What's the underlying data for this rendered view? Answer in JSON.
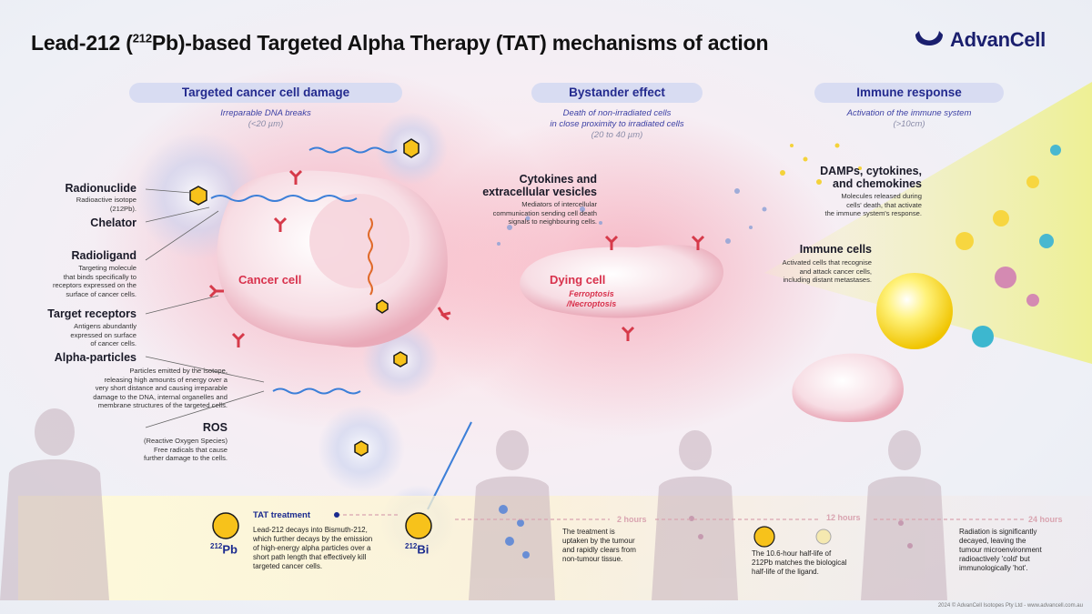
{
  "title_prefix": "Lead-212 (",
  "title_sup": "212",
  "title_suffix": "Pb)-based Targeted Alpha Therapy (TAT) mechanisms of action",
  "brand": "AdvanCell",
  "sections": [
    {
      "title": "Targeted cancer cell damage",
      "subtitle": "Irreparable DNA breaks",
      "range": "(<20 µm)"
    },
    {
      "title": "Bystander effect",
      "subtitle_1": "Death of non-irradiated cells",
      "subtitle_2": "in close proximity to irradiated cells",
      "range": "(20 to 40 µm)"
    },
    {
      "title": "Immune response",
      "subtitle": "Activation of the immune system",
      "range": "(>10cm)"
    }
  ],
  "left_labels": {
    "radionuclide": {
      "title": "Radionuclide",
      "desc_1": "Radioactive isotope",
      "desc_2": "(212Pb)."
    },
    "chelator": {
      "title": "Chelator"
    },
    "radioligand": {
      "title": "Radioligand",
      "desc": [
        "Targeting molecule",
        "that binds specifically to",
        "receptors expressed on the",
        "surface of cancer cells."
      ]
    },
    "target_receptors": {
      "title": "Target receptors",
      "desc": [
        "Antigens abundantly",
        "expressed on surface",
        "of cancer cells."
      ]
    },
    "alpha_particles": {
      "title": "Alpha-particles",
      "desc": [
        "Particles emitted by the isotope,",
        "releasing high amounts of energy over a",
        "very short distance and causing irreparable",
        "damage to the DNA, internal organelles and",
        "membrane structures of the targeted cells."
      ]
    },
    "ros": {
      "title": "ROS",
      "desc": [
        "(Reactive Oxygen Species)",
        "Free radicals that cause",
        "further damage to the cells."
      ]
    }
  },
  "middle_labels": {
    "cytokines": {
      "title_1": "Cytokines and",
      "title_2": "extracellular vesicles",
      "desc": [
        "Mediators of intercellular",
        "communication sending cell death",
        "signals to neighbouring cells."
      ]
    },
    "cancer_cell": "Cancer cell",
    "dying_cell": "Dying cell",
    "dying_sub_1": "Ferroptosis",
    "dying_sub_2": "/Necroptosis"
  },
  "right_labels": {
    "damps": {
      "title_1": "DAMPs, cytokines,",
      "title_2": "and chemokines",
      "desc": [
        "Molecules released during",
        "cells' death, that activate",
        "the immune system's response."
      ]
    },
    "immune_cells": {
      "title": "Immune cells",
      "desc": [
        "Activated cells that recognise",
        "and attack cancer cells,",
        "including distant metastases."
      ]
    }
  },
  "timeline": {
    "heading": "TAT treatment",
    "text": [
      "Lead-212 decays into Bismuth-212,",
      "which further decays by the emission",
      "of high-energy alpha particles over a",
      "short path length that effectively kill",
      "targeted cancer cells."
    ],
    "pb_sup": "212",
    "pb": "Pb",
    "bi_sup": "212",
    "bi": "Bi",
    "step2_time": "2 hours",
    "step2_text": [
      "The treatment is",
      "uptaken by the tumour",
      "and rapidly clears from",
      "non-tumour tissue."
    ],
    "step3_time": "12 hours",
    "step3_text": [
      "The 10.6-hour half-life of",
      "212Pb matches the biological",
      "half-life of the ligand."
    ],
    "step4_time": "24 hours",
    "step4_text": [
      "Radiation is significantly",
      "decayed, leaving the",
      "tumour microenvironment",
      "radioactively 'cold' but",
      "immunologically 'hot'."
    ]
  },
  "footer": "2024 © AdvanCell Isotopes Pty Ltd - www.advancell.com.au",
  "colors": {
    "accent": "#232a8e",
    "cancer": "#d8314c",
    "pill": "#d8dcf2",
    "isotope": "#f7c21b"
  }
}
